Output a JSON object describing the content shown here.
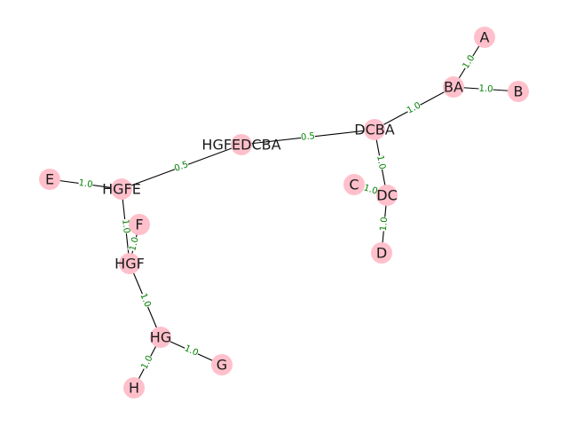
{
  "colors": {
    "node_fill": "#ffc0cb",
    "edge": "#000000",
    "weight_text": "#008000",
    "node_text": "#1a1a1a",
    "background": "#ffffff"
  },
  "graph": {
    "nodes": [
      {
        "id": "A",
        "label": "A"
      },
      {
        "id": "B",
        "label": "B"
      },
      {
        "id": "BA",
        "label": "BA"
      },
      {
        "id": "DCBA",
        "label": "DCBA"
      },
      {
        "id": "C",
        "label": "C"
      },
      {
        "id": "DC",
        "label": "DC"
      },
      {
        "id": "D",
        "label": "D"
      },
      {
        "id": "HGFEDCBA",
        "label": "HGFEDCBA"
      },
      {
        "id": "E",
        "label": "E"
      },
      {
        "id": "HGFE",
        "label": "HGFE"
      },
      {
        "id": "F",
        "label": "F"
      },
      {
        "id": "HGF",
        "label": "HGF"
      },
      {
        "id": "HG",
        "label": "HG"
      },
      {
        "id": "G",
        "label": "G"
      },
      {
        "id": "H",
        "label": "H"
      }
    ],
    "edges": [
      {
        "source": "A",
        "target": "BA",
        "weight": "1.0"
      },
      {
        "source": "B",
        "target": "BA",
        "weight": "1.0"
      },
      {
        "source": "BA",
        "target": "DCBA",
        "weight": "1.0"
      },
      {
        "source": "DCBA",
        "target": "DC",
        "weight": "1.0"
      },
      {
        "source": "C",
        "target": "DC",
        "weight": "1.0"
      },
      {
        "source": "DC",
        "target": "D",
        "weight": "1.0"
      },
      {
        "source": "DCBA",
        "target": "HGFEDCBA",
        "weight": "0.5"
      },
      {
        "source": "HGFEDCBA",
        "target": "HGFE",
        "weight": "0.5"
      },
      {
        "source": "E",
        "target": "HGFE",
        "weight": "1.0"
      },
      {
        "source": "HGFE",
        "target": "HGF",
        "weight": "1.0"
      },
      {
        "source": "F",
        "target": "HGF",
        "weight": "1.0"
      },
      {
        "source": "HGF",
        "target": "HG",
        "weight": "1.0"
      },
      {
        "source": "HG",
        "target": "G",
        "weight": "1.0"
      },
      {
        "source": "HG",
        "target": "H",
        "weight": "1.0"
      }
    ]
  }
}
